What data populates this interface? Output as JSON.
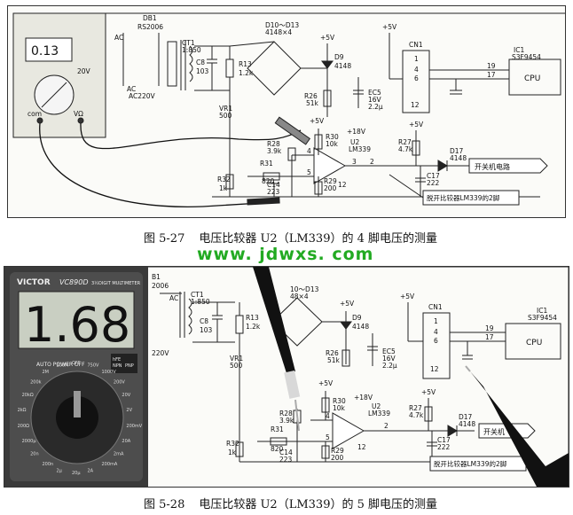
{
  "watermark": "www. jdwxs. com",
  "figure1": {
    "caption_num": "图 5-27",
    "caption_text": "电压比较器 U2（LM339）的 4 脚电压的测量",
    "meter_reading": "0.13",
    "meter_range": "20V",
    "meter_com": "com",
    "meter_vohm": "VΩ",
    "labels": {
      "ac_left": "AC",
      "db1": "DB1",
      "rs2006": "RS2006",
      "ct1": "CT1",
      "ratio": "1:850",
      "c8": "C8",
      "c8v": "103",
      "r13": "R13",
      "r13v": "1.2k",
      "vr1": "VR1",
      "vr1v": "500",
      "ac220": "AC220V",
      "ac_low": "AC",
      "diodes": "D10～D13",
      "diodes_v": "4148×4",
      "plus5v_a": "+5V",
      "d9": "D9",
      "d9v": "4148",
      "plus5v_b": "+5V",
      "cn1": "CN1",
      "pin1": "1",
      "pin4": "4",
      "pin6": "6",
      "pin12": "12",
      "w19": "19",
      "w17": "17",
      "ic1": "IC1",
      "ic1v": "S3F9454",
      "cpu": "CPU",
      "r26": "R26",
      "r26v": "51k",
      "ec5": "EC5",
      "ec5v": "16V",
      "ec5c": "2.2μ",
      "plus5v_c": "+5V",
      "r30": "R30",
      "r30v": "10k",
      "plus18v": "+18V",
      "u2": "U2",
      "lm339": "LM339",
      "r28": "R28",
      "r28v": "3.9k",
      "r31": "R31",
      "r31v": "820",
      "r32": "R32",
      "r32v": "1k",
      "c14": "C14",
      "c14v": "223",
      "r29": "R29",
      "r29v": "200",
      "p4": "4",
      "p5": "5",
      "p3": "3",
      "p2": "2",
      "p12": "12",
      "plus5v_d": "+5V",
      "r27": "R27",
      "r27v": "4.7k",
      "d17": "D17",
      "d17v": "4148",
      "c17": "C17",
      "c17v": "222",
      "switch_circuit": "开关机电路",
      "note": "脱开比较器LM339的2脚"
    }
  },
  "figure2": {
    "caption_num": "图 5-28",
    "caption_text": "电压比较器 U2（LM339）的 5 脚电压的测量",
    "meter_brand": "VICTOR",
    "meter_model": "VC890D",
    "meter_sub": "3½DIGIT MULTIMETER",
    "meter_reading": "1.68",
    "auto_power_off": "AUTO POWER OFF",
    "hfe": "hFE",
    "npn": "NPN",
    "pnp": "PNP",
    "dial_labels": [
      "OFF",
      "750V",
      "1000V",
      "200V",
      "20V",
      "2V",
      "200mV",
      "20A",
      "2mA",
      "200mA",
      "2A",
      "20μ",
      "2μ",
      "200n",
      "20n",
      "2000μ",
      "200Ω",
      "2kΩ",
      "20kΩ",
      "200k",
      "2M",
      "200M"
    ],
    "labels": {
      "b1": "B1",
      "b2006": "2006",
      "ac": "AC",
      "ct1": "CT1",
      "ratio": "1:850",
      "c8": "C8",
      "c8v": "103",
      "r13": "R13",
      "r13v": "1.2k",
      "vr1": "VR1",
      "vr1v": "500",
      "v220": "220V",
      "diodes": "10～D13",
      "diodes_v": "48×4",
      "plus5v_a": "+5V",
      "d9": "D9",
      "d9v": "4148",
      "plus5v_b": "+5V",
      "cn1": "CN1",
      "pin1": "1",
      "pin4": "4",
      "pin6": "6",
      "pin12": "12",
      "w19": "19",
      "w17": "17",
      "ic1": "IC1",
      "ic1v": "S3F9454",
      "cpu": "CPU",
      "r26": "R26",
      "r26v": "51k",
      "ec5": "EC5",
      "ec5v": "16V",
      "ec5c": "2.2μ",
      "plus5v_c": "+5V",
      "r30": "R30",
      "r30v": "10k",
      "plus18v": "+18V",
      "u2": "U2",
      "lm339": "LM339",
      "r28": "R28",
      "r28v": "3.9k",
      "r31": "R31",
      "r31v": "820",
      "r32": "R32",
      "r32v": "1k",
      "c14": "C14",
      "c14v": "223",
      "r29": "R29",
      "r29v": "200",
      "p4": "4",
      "p5": "5",
      "p2": "2",
      "p12": "12",
      "plus5v_d": "+5V",
      "r27": "R27",
      "r27v": "4.7k",
      "d17": "D17",
      "d17v": "4148",
      "c17": "C17",
      "c17v": "222",
      "switch_circuit": "开关机",
      "note": "脱开比较器LM339的2脚"
    }
  }
}
